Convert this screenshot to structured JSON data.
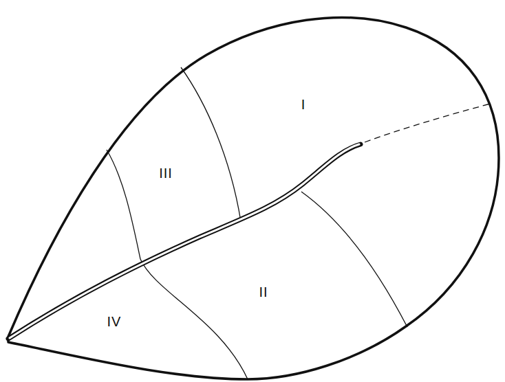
{
  "diagram": {
    "labels": [
      "I",
      "III",
      "II",
      "IV"
    ]
  }
}
